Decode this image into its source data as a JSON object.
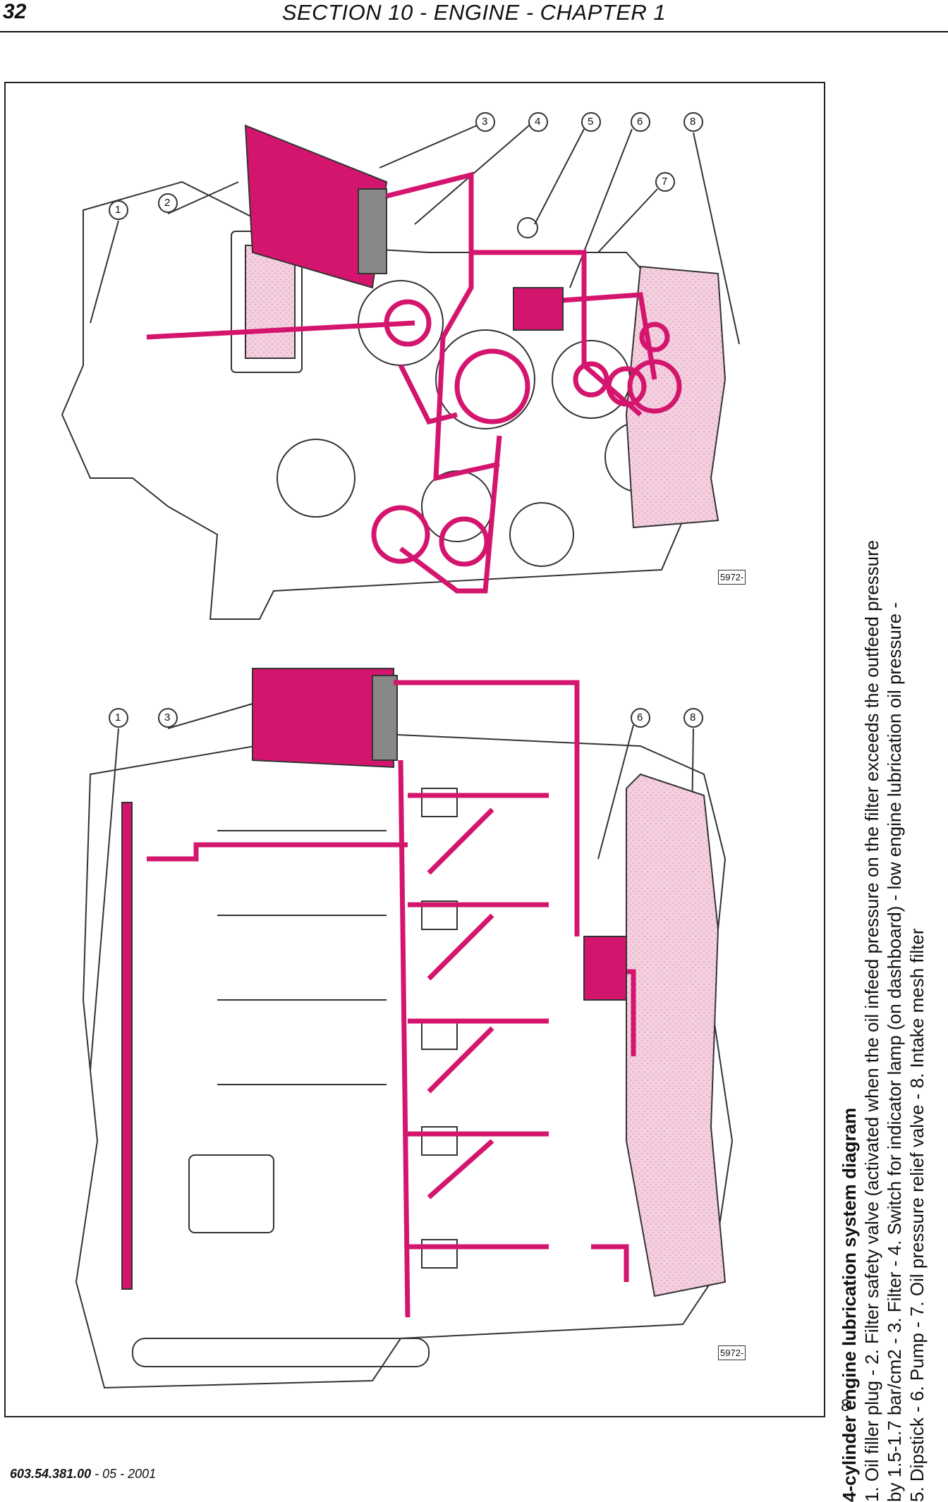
{
  "header": {
    "page_number": "32",
    "section_title": "SECTION 10 - ENGINE - CHAPTER 1"
  },
  "figure": {
    "callouts_top_view": [
      "1",
      "2",
      "3",
      "4",
      "5",
      "6",
      "7",
      "8"
    ],
    "callouts_side_view": [
      "1",
      "3",
      "6",
      "8"
    ],
    "drawing_code": "5972-",
    "figure_number": "8"
  },
  "caption": {
    "title": "4-cylinder engine lubrication system diagram",
    "line1": "1. Oil filler plug - 2. Filter safety valve (activated  when the oil infeed pressure on the filter exceeds the outfeed pressure",
    "line2": "by 1.5-1.7 bar/cm2 - 3. Filter - 4. Switch for indicator lamp (on dashboard) - low engine lubrication oil pressure -",
    "line3": "5. Dipstick - 6. Pump - 7. Oil pressure relief valve - 8. Intake mesh filter"
  },
  "footer": {
    "doc_code": "603.54.381.00",
    "date": " - 05 - 2001"
  },
  "colors": {
    "oil_path": "#d4156e",
    "sump_oil": "#f0c6d8",
    "outline": "#333333"
  }
}
